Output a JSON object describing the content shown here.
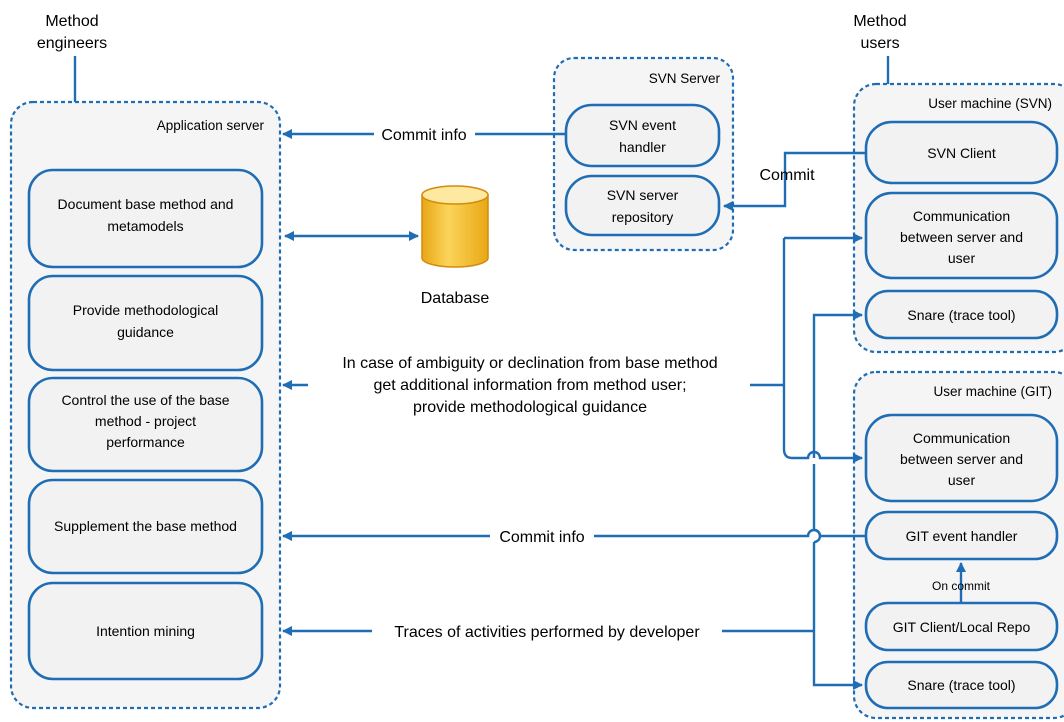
{
  "actors": {
    "method_engineers": [
      "Method",
      "engineers"
    ],
    "method_users": [
      "Method",
      "users"
    ]
  },
  "containers": {
    "application_server": "Application server",
    "svn_server": "SVN Server",
    "user_machine_svn": "User machine (SVN)",
    "user_machine_git": "User machine (GIT)"
  },
  "app_tasks": [
    [
      "Document base method and",
      "metamodels"
    ],
    [
      "Provide methodological",
      "guidance"
    ],
    [
      "Control the use of the base",
      "method - project",
      "performance"
    ],
    [
      "Supplement the base method"
    ],
    [
      "Intention mining"
    ]
  ],
  "svn_server_items": [
    [
      "SVN event",
      "handler"
    ],
    [
      "SVN server",
      "repository"
    ]
  ],
  "svn_user_items": [
    [
      "SVN Client"
    ],
    [
      "Communication",
      "between server and",
      "user"
    ],
    [
      "Snare (trace tool)"
    ]
  ],
  "git_user_items": [
    [
      "Communication",
      "between server and",
      "user"
    ],
    [
      "GIT event handler"
    ],
    [
      "GIT Client/Local Repo"
    ],
    [
      "Snare (trace tool)"
    ]
  ],
  "database_label": "Database",
  "flow_labels": {
    "commit_info_svn": "Commit info",
    "commit": "Commit",
    "ambiguity": [
      "In case of ambiguity or declination from base method",
      "get additional information from method user;",
      "provide methodological guidance"
    ],
    "commit_info_git": "Commit info",
    "on_commit": "On commit",
    "traces": "Traces of activities performed by developer"
  },
  "colors": {
    "line": "#1f6db5",
    "box_fill": "#f2f2f2",
    "container_fill": "#f5f5f5",
    "db_fill": "#f7c948",
    "db_top": "#fde9a0"
  }
}
